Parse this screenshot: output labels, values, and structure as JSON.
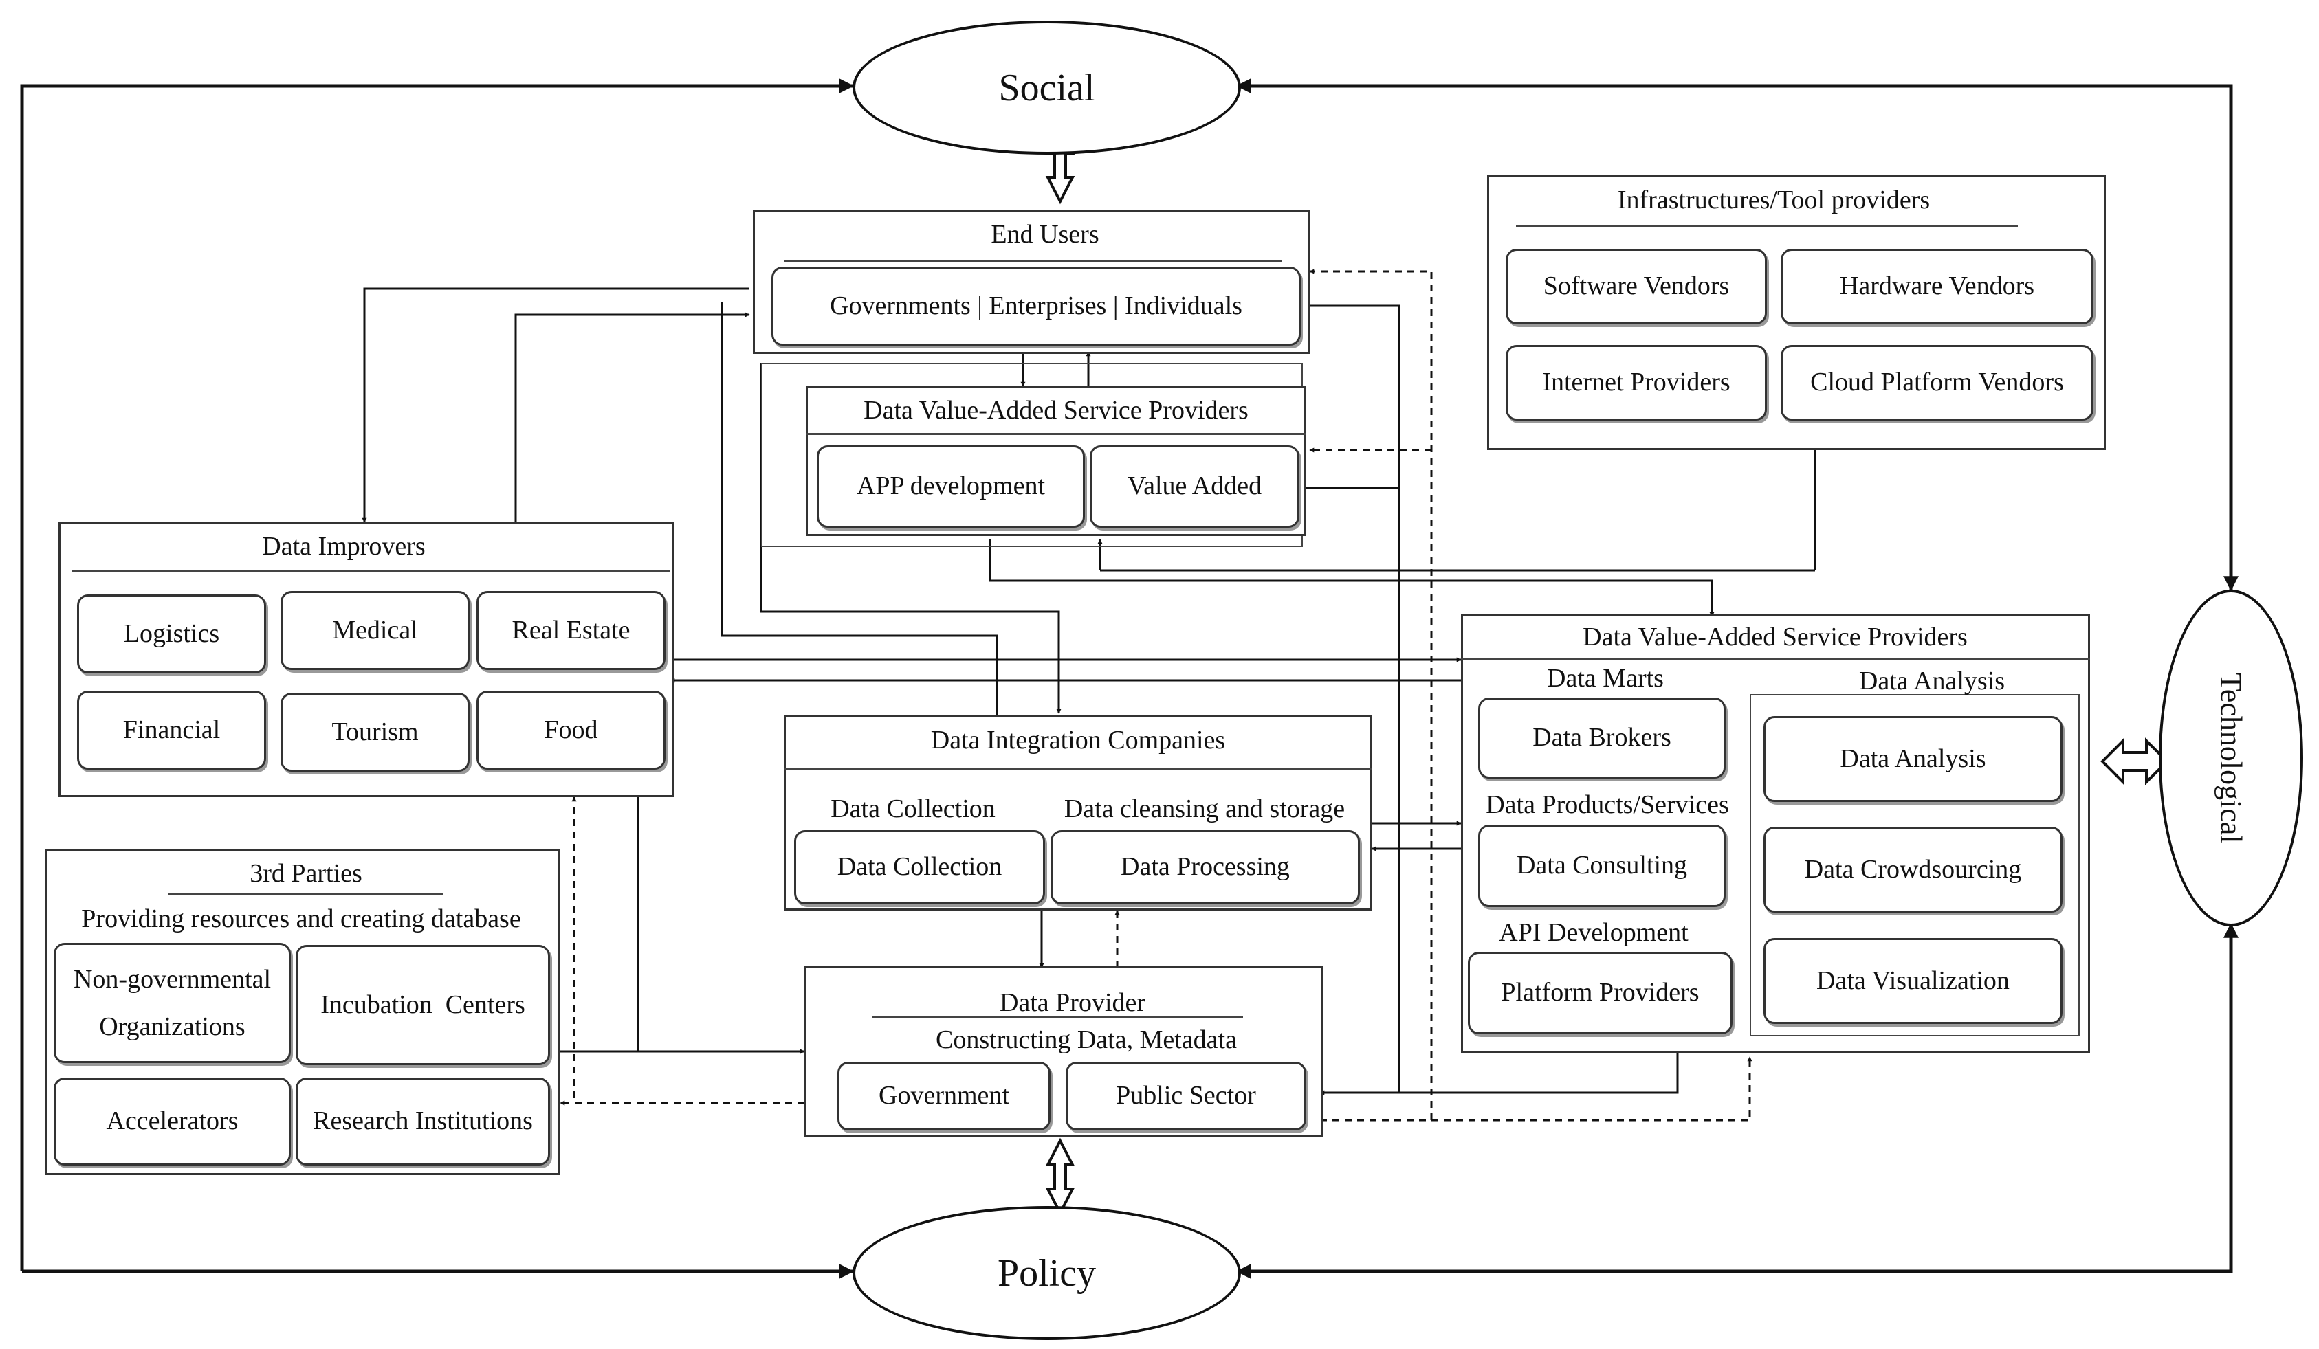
{
  "outer": {
    "social": "Social",
    "policy": "Policy",
    "technological": "Technological"
  },
  "end_users": {
    "title": "End Users",
    "members": "Governments | Enterprises | Individuals"
  },
  "dvas_top": {
    "title": "Data Value-Added Service Providers",
    "items": [
      "APP development",
      "Value Added"
    ]
  },
  "infrastructure": {
    "title": "Infrastructures/Tool providers",
    "items": [
      "Software Vendors",
      "Hardware Vendors",
      "Internet Providers",
      "Cloud Platform Vendors"
    ]
  },
  "data_improvers": {
    "title": "Data Improvers",
    "items": [
      "Logistics",
      "Medical",
      "Real Estate",
      "Financial",
      "Tourism",
      "Food"
    ]
  },
  "dvas_right": {
    "title": "Data Value-Added Service Providers",
    "data_marts_label": "Data Marts",
    "data_marts_item": "Data Brokers",
    "products_label": "Data Products/Services",
    "products_item": "Data Consulting",
    "api_label": "API Development",
    "api_item": "Platform Providers",
    "analysis_label": "Data Analysis",
    "analysis_items": [
      "Data Analysis",
      "Data Crowdsourcing",
      "Data Visualization"
    ]
  },
  "integration": {
    "title": "Data Integration Companies",
    "col1_label": "Data Collection",
    "col2_label": "Data cleansing and storage",
    "col1_item": "Data Collection",
    "col2_item": "Data Processing"
  },
  "third_parties": {
    "title": "3rd Parties",
    "subtitle": "Providing resources and creating database",
    "items": [
      "Non-governmental Organizations",
      "Incubation  Centers",
      "Accelerators",
      "Research Institutions"
    ]
  },
  "data_provider": {
    "title": "Data Provider",
    "subtitle": "Constructing Data, Metadata",
    "items": [
      "Government",
      "Public Sector"
    ]
  }
}
